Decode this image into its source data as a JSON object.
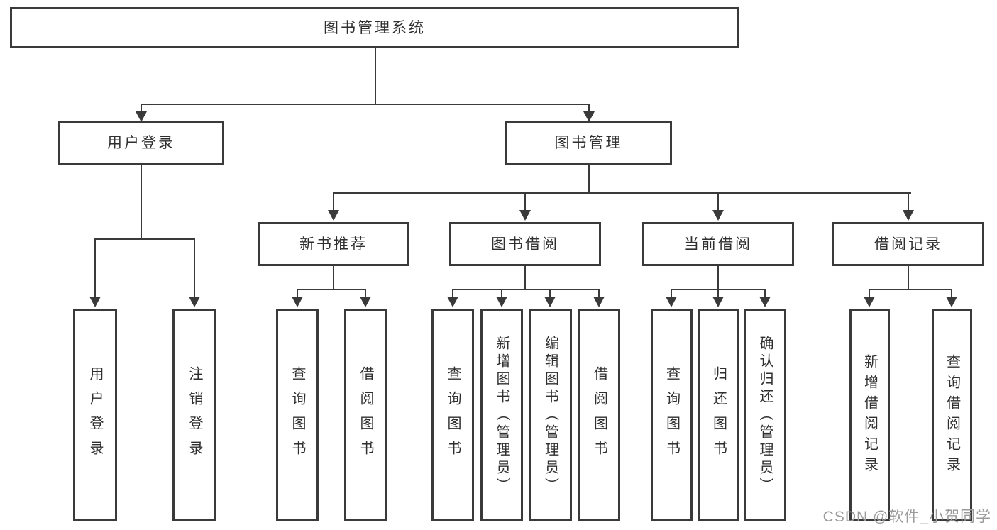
{
  "nodes": {
    "root": "图书管理系统",
    "user_login": "用户登录",
    "book_mgmt": "图书管理",
    "new_book_rec": "新书推荐",
    "book_borrow": "图书借阅",
    "current_borrow": "当前借阅",
    "borrow_records": "借阅记录",
    "leaf_user_login": "用户登录",
    "leaf_logout": "注销登录",
    "rec_query_books": "查询图书",
    "rec_borrow_books": "借阅图书",
    "bb_query_books": "查询图书",
    "bb_add_books": "新增图书（管理员）",
    "bb_edit_books": "编辑图书（管理员）",
    "bb_borrow_books": "借阅图书",
    "cb_query_books": "查询图书",
    "cb_return_books": "归还图书",
    "cb_confirm_return": "确认归还（管理员）",
    "br_add_record": "新增借阅记录",
    "br_query_record": "查询借阅记录"
  },
  "watermark": "CSDN @软件_小贺同学",
  "colors": {
    "line": "#3a3a3a",
    "text": "#2f2f2f",
    "watermark": "#9b9b9b",
    "background": "#ffffff"
  }
}
